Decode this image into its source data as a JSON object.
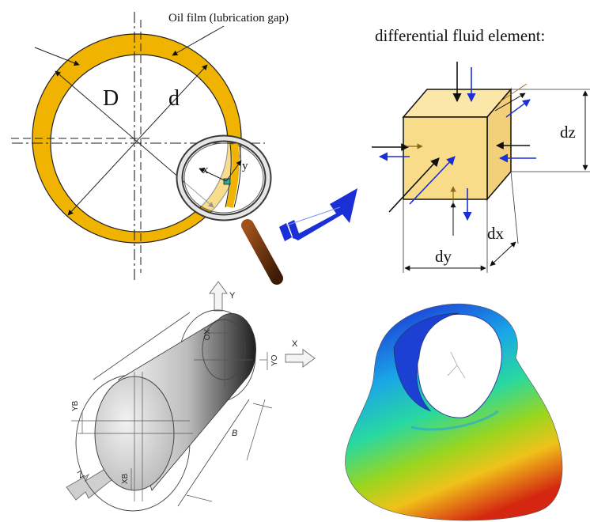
{
  "bearing": {
    "oil_film_label": "Oil film (lubrication gap)",
    "big_diameter": "D",
    "small_diameter": "d",
    "x_label": "x",
    "y_label": "y"
  },
  "element": {
    "title": "differential fluid element:",
    "dz": "dz",
    "dy": "dy",
    "dx": "dx"
  },
  "cylinder": {
    "y_axis": "Y",
    "x_axis": "X",
    "z_axis": "Z",
    "xo": "XO",
    "yo": "YO",
    "yb": "YB",
    "xb": "XB",
    "b": "B"
  },
  "colors": {
    "oil_film": "#f0b400",
    "cube_fill": "#f9dc8a",
    "arrow_blue": "#1a2fd6",
    "axis_arrow": "#cfcfcf"
  },
  "icons": {
    "magnifier": "magnifying-glass-icon",
    "flow_arrow": "big-right-arrow-icon"
  }
}
